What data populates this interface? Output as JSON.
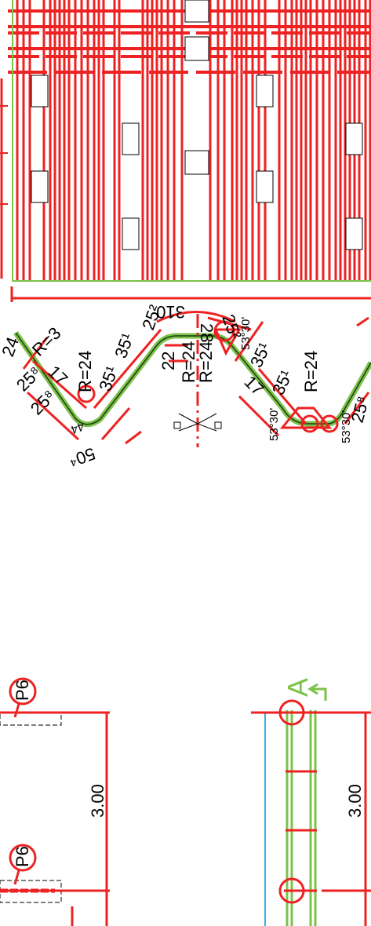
{
  "colors": {
    "background": "#ffffff",
    "red": "#ee2222",
    "green": "#7cc24a",
    "dark_green": "#1d3a12",
    "blue": "#3cb0e6",
    "black": "#000000"
  },
  "profile_dimensions": {
    "top_width": "310",
    "pitch_52": "25²",
    "pitch_51": "35¹",
    "center_28": "28",
    "center_22": "22",
    "radius_24a": "R=24",
    "radius_24b": "R=24",
    "radius_24c": "R=24",
    "radius_24d": "R=24",
    "radius_3": "R=3",
    "angle_top": "53°30'",
    "angle_bot_left": "53°30'",
    "angle_bot_right": "53°30'",
    "dim_24": "24",
    "dim_25_8a": "25⁸",
    "dim_25_8b": "25⁸",
    "dim_25_8c": "25⁸",
    "dim_17": "17",
    "dim_50_4": "50⁴",
    "dim_44": "44",
    "dim_35_1b": "35¹",
    "dim_35_1c": "35¹",
    "dim_35_1d": "35¹",
    "dim_29_2": "25²",
    "dim_17b": "17"
  },
  "elevation": {
    "tag_top": "P6",
    "tag_bottom": "P6",
    "height_left": "3.00",
    "height_right": "3.00",
    "section_mark": "A"
  }
}
